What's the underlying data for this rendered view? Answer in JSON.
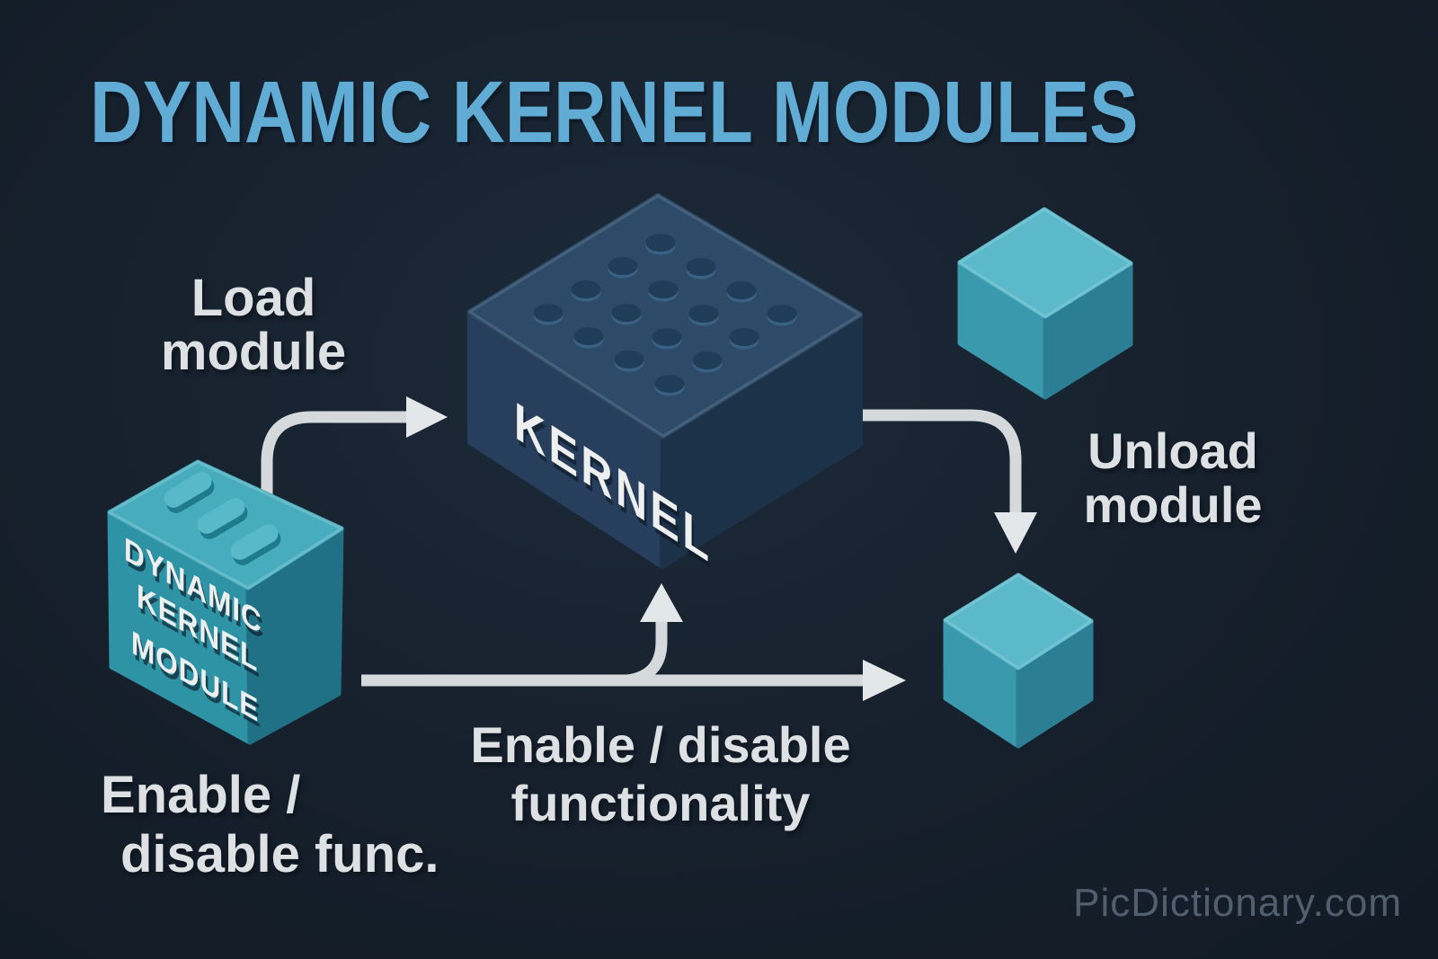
{
  "title": "DYNAMIC KERNEL MODULES",
  "watermark": "PicDictionary.com",
  "kernel_face": "KERNEL",
  "module_face": [
    "DYNAMIC",
    "KERNEL",
    "MODULE"
  ],
  "labels": {
    "load": [
      "Load",
      "module"
    ],
    "unload": [
      "Unload",
      "module"
    ],
    "enable_center": [
      "Enable / disable",
      "functionality"
    ],
    "enable_left": [
      "Enable /",
      "disable func."
    ]
  },
  "colors": {
    "bg": "#16202c",
    "accent": "#61acd4",
    "label": "#dde1e4",
    "arrow": "#d5d9dc",
    "arrowhead": "#e4e7e9",
    "watermark": "#76879a",
    "kernel-top": "#2d4b68",
    "kernel-left": "#273f5c",
    "kernel-right": "#1c3249",
    "stud": "#1f3d59",
    "stud-rim": "#3a6183",
    "module-top": "#47adbe",
    "module-left": "#2e93a5",
    "module-right": "#207185",
    "pill": "#58bac8",
    "pill-side": "#1f7b8c",
    "cube-top": "#5cb9ca",
    "cube-left": "#3b99ad",
    "cube-right": "#2b7e93",
    "face-text": "#edeff0"
  }
}
